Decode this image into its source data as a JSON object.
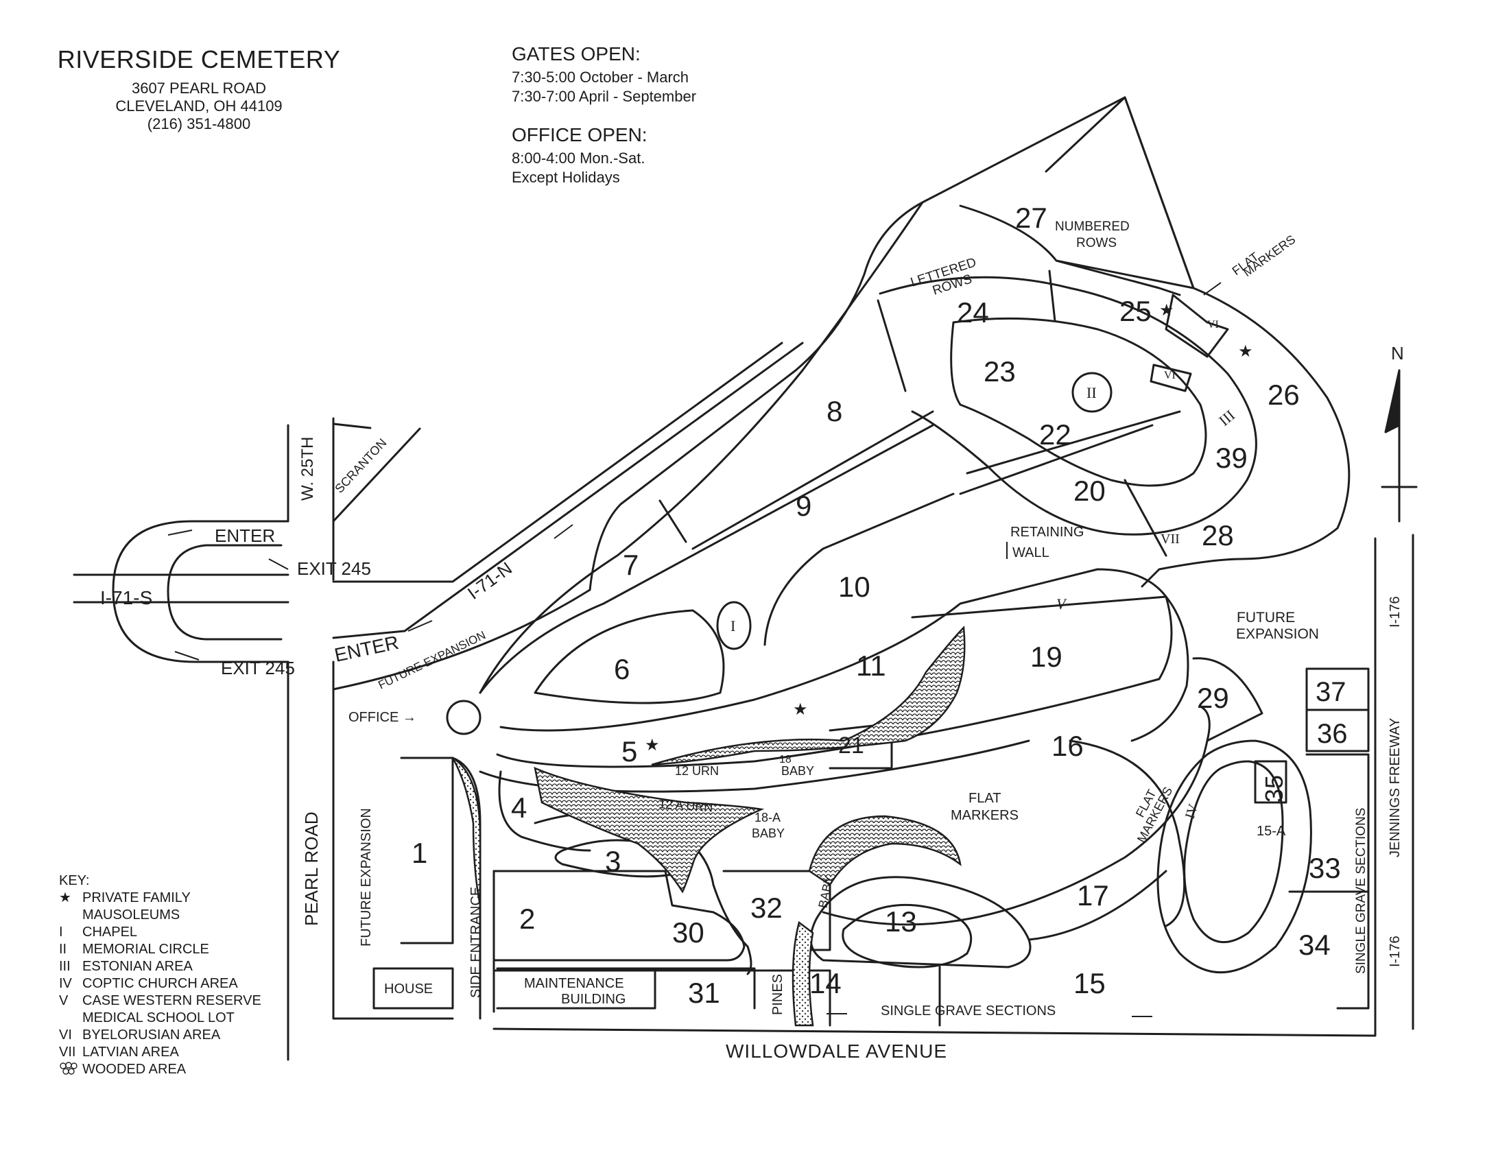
{
  "header": {
    "name": "RIVERSIDE CEMETERY",
    "address": "3607 PEARL ROAD",
    "city": "CLEVELAND, OH 44109",
    "phone": "(216) 351-4800"
  },
  "gates": {
    "title": "GATES OPEN:",
    "line1": "7:30-5:00 October - March",
    "line2": "7:30-7:00 April - September"
  },
  "office_hours": {
    "title": "OFFICE OPEN:",
    "line1": "8:00-4:00 Mon.-Sat.",
    "line2": "Except Holidays"
  },
  "key": {
    "title": "KEY:",
    "items": [
      {
        "sym": "★",
        "text": "PRIVATE FAMILY"
      },
      {
        "sym": "",
        "text": "MAUSOLEUMS"
      },
      {
        "sym": "I",
        "text": "CHAPEL"
      },
      {
        "sym": "II",
        "text": "MEMORIAL CIRCLE"
      },
      {
        "sym": "III",
        "text": "ESTONIAN AREA"
      },
      {
        "sym": "IV",
        "text": "COPTIC CHURCH AREA"
      },
      {
        "sym": "V",
        "text": "CASE WESTERN RESERVE"
      },
      {
        "sym": "",
        "text": "MEDICAL SCHOOL LOT"
      },
      {
        "sym": "VI",
        "text": "BYELORUSIAN AREA"
      },
      {
        "sym": "VII",
        "text": "LATVIAN AREA"
      },
      {
        "sym": "",
        "text": "WOODED AREA"
      }
    ]
  },
  "roads": {
    "i71s": "I-71-S",
    "enter_top": "ENTER",
    "exit_top": "EXIT 245",
    "exit_bottom": "EXIT 245",
    "w25th": "W. 25TH",
    "scranton": "SCRANTON",
    "i71n": "I-71-N",
    "enter_ramp": "ENTER",
    "future_exp_ramp": "FUTURE EXPANSION",
    "office": "OFFICE →",
    "pearl": "PEARL ROAD",
    "future_exp_left": "FUTURE EXPANSION",
    "side_entrance": "SIDE ENTRANCE",
    "house": "HOUSE",
    "maint1": "MAINTENANCE",
    "maint2": "BUILDING",
    "willowdale": "WILLOWDALE AVENUE",
    "pines": "PINES",
    "single_bottom": "SINGLE GRAVE SECTIONS",
    "single_right": "SINGLE GRAVE SECTIONS",
    "jennings": "JENNINGS FREEWAY",
    "i176_top": "I-176",
    "i176_bottom": "I-176",
    "future_exp_right1": "FUTURE",
    "future_exp_right2": "EXPANSION",
    "retaining1": "RETAINING",
    "retaining2": "WALL",
    "north": "N"
  },
  "areas": {
    "lettered1": "LETTERED",
    "lettered2": "ROWS",
    "numbered1": "NUMBERED",
    "numbered2": "ROWS",
    "flat_top1": "FLAT",
    "flat_top2": "MARKERS",
    "flat_mid1": "FLAT",
    "flat_mid2": "MARKERS",
    "flat_right1": "FLAT",
    "flat_right2": "MARKERS",
    "urn12": "12 URN",
    "urn12a": "12 A URN",
    "baby18_1": "18",
    "baby18_2": "BABY",
    "baby18a_1": "18-A",
    "baby18a_2": "BABY",
    "baby_v": "BABY"
  },
  "sections": {
    "s1": "1",
    "s2": "2",
    "s3": "3",
    "s4": "4",
    "s5": "5",
    "s6": "6",
    "s7": "7",
    "s8": "8",
    "s9": "9",
    "s10": "10",
    "s11": "11",
    "s13": "13",
    "s14": "14",
    "s15": "15",
    "s16": "16",
    "s17": "17",
    "s19": "19",
    "s20": "20",
    "s21": "21",
    "s22": "22",
    "s23": "23",
    "s24": "24",
    "s25": "25",
    "s26": "26",
    "s27": "27",
    "s28": "28",
    "s29": "29",
    "s30": "30",
    "s31": "31",
    "s32": "32",
    "s33": "33",
    "s34": "34",
    "s35": "35",
    "s36": "36",
    "s37": "37",
    "s39": "39",
    "s15a": "15-A"
  },
  "roman": {
    "r1": "I",
    "r2": "II",
    "r3": "III",
    "r4": "IV",
    "r5": "V",
    "r6a": "VI",
    "r6b": "VI",
    "r7": "VII"
  },
  "stars": {
    "mark": "★"
  }
}
